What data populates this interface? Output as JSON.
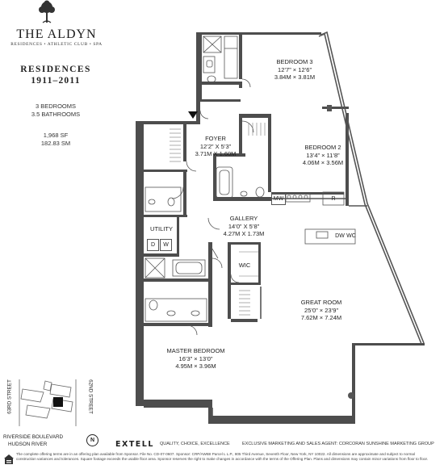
{
  "brand": {
    "name": "THE ALDYN",
    "tagline": "RESIDENCES • ATHLETIC CLUB • SPA",
    "logo_icon": "tree-icon"
  },
  "residence": {
    "title": "RESIDENCES",
    "years": "1911–2011",
    "bedrooms": "3 BEDROOMS",
    "bathrooms": "3.5 BATHROOMS",
    "sf": "1,968 SF",
    "sm": "182.83 SM"
  },
  "rooms": {
    "bedroom3": {
      "name": "BEDROOM 3",
      "imperial": "12’7” × 12’6”",
      "metric": "3.84M × 3.81M"
    },
    "bedroom2": {
      "name": "BEDROOM 2",
      "imperial": "13’4” × 11’8”",
      "metric": "4.06M × 3.56M"
    },
    "foyer": {
      "name": "FOYER",
      "imperial": "12’2” X 5’3”",
      "metric": "3.71M X 1.60M"
    },
    "gallery": {
      "name": "GALLERY",
      "imperial": "14’0” X 5’8”",
      "metric": "4.27M X 1.73M"
    },
    "great_room": {
      "name": "GREAT ROOM",
      "imperial": "25’0” × 23’9”",
      "metric": "7.62M × 7.24M"
    },
    "master_bedroom": {
      "name": "MASTER BEDROOM",
      "imperial": "16’3” × 13’0”",
      "metric": "4.95M × 3.96M"
    },
    "utility": {
      "name": "UTILITY"
    },
    "wic": {
      "name": "WIC"
    }
  },
  "fixtures": {
    "washer": "D",
    "dryer": "W",
    "microwave": "MW",
    "refrigerator": "R",
    "dishwasher": "DW",
    "wine_cooler": "WC"
  },
  "map": {
    "street_63": "63RD STREET",
    "street_62": "62ND STREET",
    "boulevard": "RIVERSIDE BOULEVARD",
    "river": "HUDSON RIVER",
    "north": "N"
  },
  "footer": {
    "developer": "EXTELL",
    "developer_tagline": "QUALITY, CHOICE, EXCELLENCE",
    "marketing": "EXCLUSIVE MARKETING AND SALES AGENT: CORCORAN SUNSHINE MARKETING GROUP",
    "disclaimer_1": "The complete offering terms are in an offering plan available from Sponsor. File No. CD-07-0607. Sponsor: CRP/AWBII Parcel L L.P., 805 Third Avenue, Seventh Floor, New York, NY 10022. All dimensions are approximate and subject to normal",
    "disclaimer_2": "construction variances and tolerances. Square footage exceeds the usable floor area. Sponsor reserves the right to make changes in accordance with the terms of the Offering Plan. Plans and dimensions may contain minor variations from floor to floor.",
    "equal_housing_icon": "equal-housing-icon"
  },
  "colors": {
    "wall": "#4d4d4d",
    "line": "#555555",
    "text": "#222222"
  }
}
